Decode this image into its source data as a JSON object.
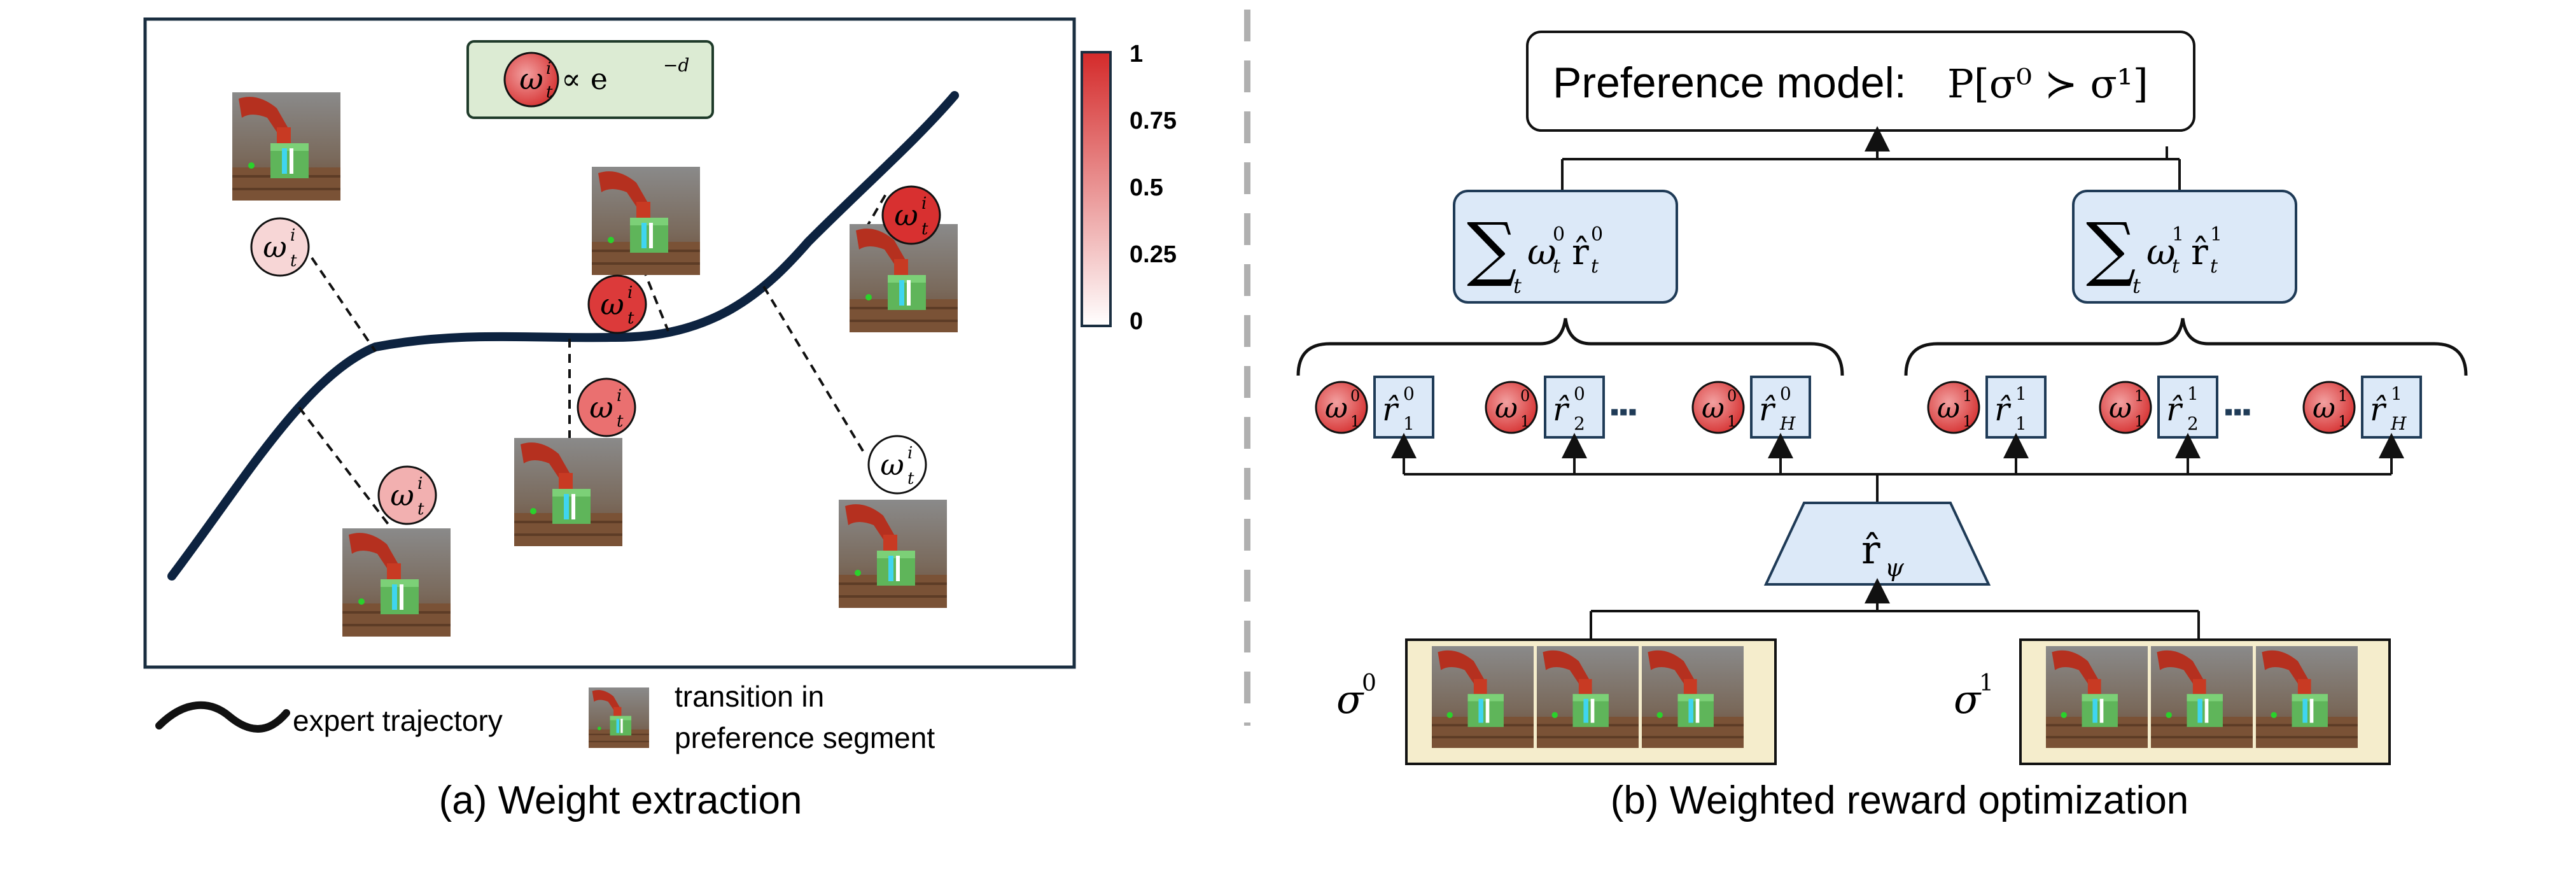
{
  "panel_a": {
    "formula_omega": "ω",
    "formula_sub": "t",
    "formula_sup": "i",
    "formula_rest": " ∝ e",
    "formula_exp": "−d",
    "omega": "ω",
    "omega_sub": "t",
    "omega_sup": "i",
    "legend_expert": "expert trajectory",
    "legend_transition_line1": "transition in",
    "legend_transition_line2": "preference segment",
    "caption": "(a) Weight extraction"
  },
  "colorbar": {
    "ticks": [
      "1",
      "0.75",
      "0.5",
      "0.25",
      "0"
    ],
    "color_high": "#d42a2a",
    "color_low": "#ffffff"
  },
  "panel_b": {
    "preference_text": "Preference model: ",
    "preference_math": "P[σ⁰ ≻ σ¹]",
    "sum_symbol": "∑",
    "sum_sub": "t",
    "sum0_term": "ω",
    "sum0_sub": "t",
    "sum0_sup": "0",
    "sum0_r": "r̂",
    "sum0_rsub": "t",
    "sum0_rsup": "0",
    "sum1_term": "ω",
    "sum1_sub": "t",
    "sum1_sup": "1",
    "sum1_r": "r̂",
    "sum1_rsub": "t",
    "sum1_rsup": "1",
    "w_omega": "ω",
    "w_sub": "1",
    "r_hat": "r̂",
    "r_subs_0": [
      "1",
      "2",
      "H"
    ],
    "r_subs_1": [
      "1",
      "2",
      "H"
    ],
    "sup_0": "0",
    "sup_1": "1",
    "dots": "▪▪▪",
    "reward_model": "r̂",
    "reward_model_sub": "ψ",
    "sigma": "σ",
    "sigma0_sup": "0",
    "sigma1_sup": "1",
    "caption": "(b) Weighted reward optimization"
  },
  "colors": {
    "blue_box": "#dce9f8",
    "blue_border": "#1f3b57",
    "green_box": "#dcebd3",
    "green_border": "#1f3b2a",
    "strip_bg": "#f5edcc",
    "trajectory": "#0d2340",
    "separator": "#b0b0b0"
  }
}
